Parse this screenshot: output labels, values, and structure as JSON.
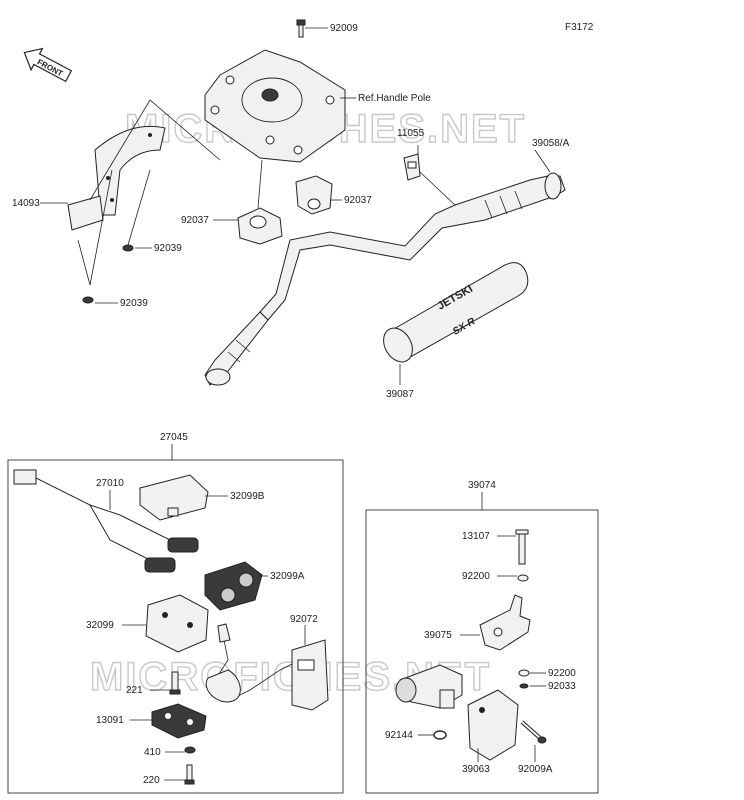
{
  "figure_code": "F3172",
  "front_label": "FRONT",
  "watermark": "MICROFICHES.NET",
  "ref_label": "Ref.Handle Pole",
  "group_labels": {
    "switch_group": "27045",
    "throttle_group": "39074"
  },
  "parts": {
    "p92009": "92009",
    "p14093": "14093",
    "p92039a": "92039",
    "p92039b": "92039",
    "p92037a": "92037",
    "p92037b": "92037",
    "p11055": "11055",
    "p39058": "39058/A",
    "p39087": "39087",
    "p27010": "27010",
    "p32099b": "32099B",
    "p32099a": "32099A",
    "p32099": "32099",
    "p92072": "92072",
    "p221": "221",
    "p13091": "13091",
    "p410": "410",
    "p220": "220",
    "p13107": "13107",
    "p92200a": "92200",
    "p39075": "39075",
    "p92200b": "92200",
    "p92033": "92033",
    "p92144": "92144",
    "p39063": "39063",
    "p92009a": "92009A"
  },
  "decal_text": {
    "pad_top": "JETSKI",
    "pad_bottom": "SX-R"
  }
}
